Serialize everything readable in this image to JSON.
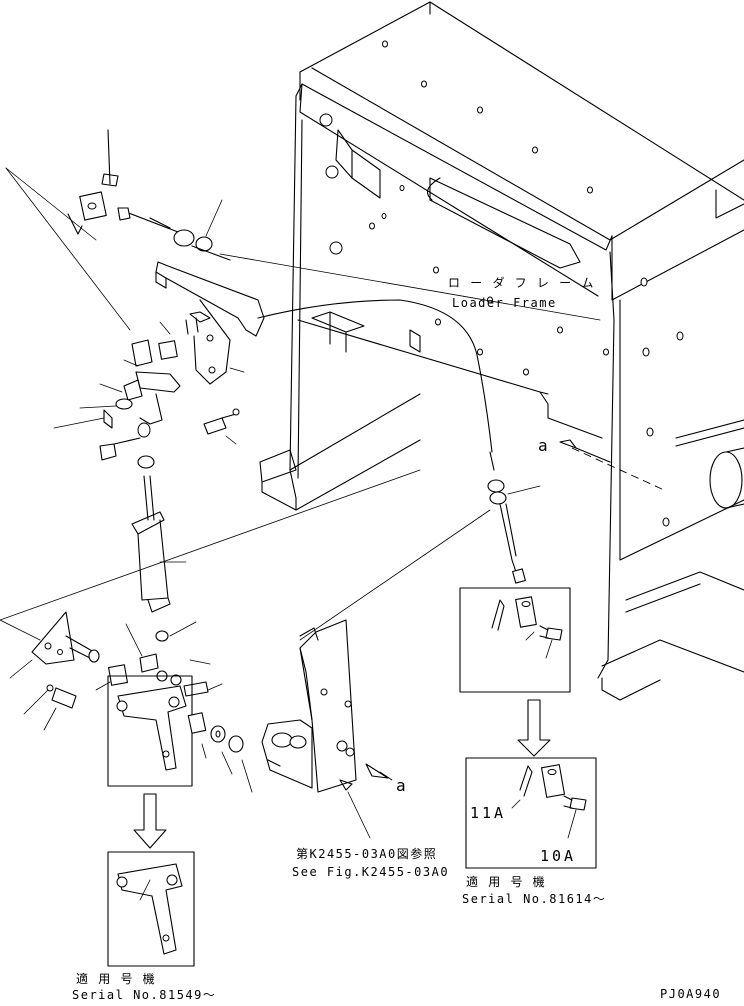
{
  "labels": {
    "loader_frame_jp": "ロ ー ダ フ レ ー ム",
    "loader_frame_en": "Loader Frame",
    "detail_a_top": "a",
    "detail_a_bottom": "a",
    "see_fig_jp": "第K2455-03A0図参照",
    "see_fig_en": "See Fig.K2455-03A0",
    "code_11a": "11A",
    "code_10a": "10A",
    "serial_right_jp": "適 用 号 機",
    "serial_right_en": "Serial No.81614～",
    "serial_left_jp": "適 用 号 機",
    "serial_left_en": "Serial No.81549～",
    "drawing_number": "PJ0A940"
  }
}
